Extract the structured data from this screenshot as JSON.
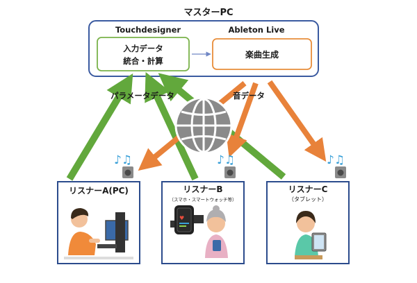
{
  "master": {
    "title": "マスターPC"
  },
  "touchdesigner": {
    "title": "Touchdesigner",
    "box_line1": "入力データ",
    "box_line2": "統合・計算"
  },
  "ableton": {
    "title": "Ableton Live",
    "box_label": "楽曲生成"
  },
  "flows": {
    "param_label": "パラメータデータ",
    "sound_label": "音データ"
  },
  "listeners": {
    "a": {
      "label": "リスナーA(PC)"
    },
    "b": {
      "label": "リスナーB",
      "sub": "（スマホ・スマートウォッチ等）"
    },
    "c": {
      "label": "リスナーC",
      "sub": "（タブレット）"
    }
  },
  "colors": {
    "master_border": "#3a5aa0",
    "td_border": "#7ab24a",
    "ableton_border": "#e88d3a",
    "param_arrow": "#62a83c",
    "sound_arrow": "#e8823a",
    "listener_border": "#2b4b8c",
    "globe": "#8a8a8a"
  },
  "icons": [
    "globe-icon",
    "music-note-icon",
    "speaker-icon",
    "person-at-pc-icon",
    "elderly-with-phone-icon",
    "smartwatch-icon",
    "person-with-tablet-icon"
  ]
}
